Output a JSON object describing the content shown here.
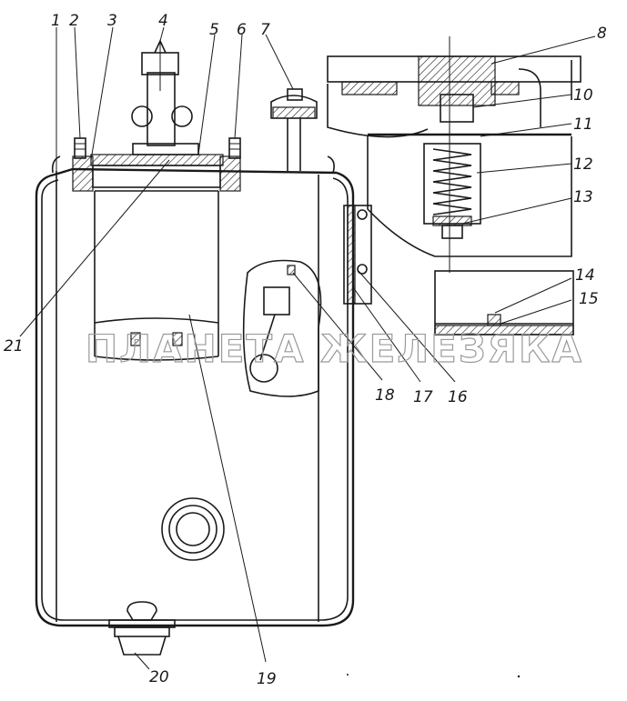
{
  "callouts": [
    {
      "id": "1",
      "label": "1"
    },
    {
      "id": "2",
      "label": "2"
    },
    {
      "id": "3",
      "label": "3"
    },
    {
      "id": "4",
      "label": "4"
    },
    {
      "id": "5",
      "label": "5"
    },
    {
      "id": "6",
      "label": "6"
    },
    {
      "id": "7",
      "label": "7"
    },
    {
      "id": "8",
      "label": "8"
    },
    {
      "id": "10",
      "label": "10"
    },
    {
      "id": "11",
      "label": "11"
    },
    {
      "id": "12",
      "label": "12"
    },
    {
      "id": "13",
      "label": "13"
    },
    {
      "id": "14",
      "label": "14"
    },
    {
      "id": "15",
      "label": "15"
    },
    {
      "id": "16",
      "label": "16"
    },
    {
      "id": "17",
      "label": "17"
    },
    {
      "id": "18",
      "label": "18"
    },
    {
      "id": "19",
      "label": "19"
    },
    {
      "id": "20",
      "label": "20"
    },
    {
      "id": "21",
      "label": "21"
    }
  ],
  "watermark": "ПЛАНЕТА ЖЕЛЕЗЯКА"
}
